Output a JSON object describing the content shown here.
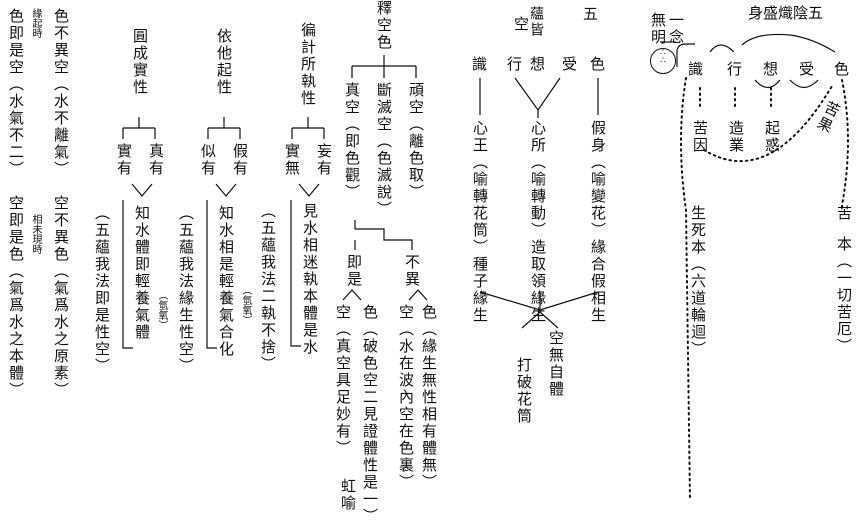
{
  "c1": {
    "a1": "色不異空",
    "a1n": "（水不離氣）",
    "a2": "色即是空",
    "a2n": "（水氣不二）",
    "a2s": "緣起時",
    "b1": "空不異色",
    "b1n": "（氣爲水之原素）",
    "b2": "空即是色",
    "b2n": "（氣爲水之本體）",
    "b2s": "相未現時"
  },
  "c2": {
    "head": "圓成實性",
    "l": "實有",
    "r": "真有",
    "main": "知水體即輕養氣體",
    "mainsub": "（氫氧）",
    "note": "（五蘊我法即是性空）"
  },
  "c3": {
    "head": "依他起性",
    "l": "似有",
    "r": "假有",
    "main": "知水相是輕養氣合化",
    "mainsub": "（氫氧）",
    "note": "（五蘊我法緣生性空）"
  },
  "c4": {
    "head": "徧計所執性",
    "l": "實無",
    "r": "妄有",
    "main": "見水相迷執本體是水",
    "note": "（五蘊我法二執不捨）"
  },
  "c5": {
    "head": "釋空色",
    "b1": "頑",
    "b1n": "空（離色取）",
    "b2": "斷滅空",
    "b2n": "（色滅說）",
    "b3": "真",
    "b3n": "空（即色觀）",
    "j1": "不異",
    "j2": "即是",
    "l1": "色",
    "l1n": "（緣生無性相有體無）",
    "l2": "空",
    "l2n": "（水在波內空在色裏）",
    "l3": "色",
    "l3n": "（破色空二見證體性是一）",
    "l4": "空",
    "l4n": "（真空具足妙有）",
    "tail": "虹喻"
  },
  "c6": {
    "t1": "五",
    "t2": "蘊皆",
    "t3": "空",
    "sk": [
      "識",
      "行",
      "想",
      "受",
      "色"
    ],
    "s1": "假身",
    "s1n": "（喻變花）",
    "s1b": "緣合假相生",
    "s2": "心所",
    "s2n": "（喻轉動）",
    "s2b": "造取領緣生",
    "s3": "心王",
    "s3n": "（喻轉花筒）",
    "s3b": "種子緣生",
    "r1": "空無自體",
    "r2": "打破花筒"
  },
  "c7": {
    "title": "身盛熾陰五",
    "side1": "一念",
    "side2": "無明",
    "sk": [
      "識",
      "行",
      "想",
      "受",
      "色"
    ],
    "d1": "苦因",
    "d2": "造業",
    "d3": "起惑",
    "arc": "苦果",
    "e1": "生死本",
    "e1n": "（六道輪迴）",
    "e2": "苦",
    "e2b": "本",
    "e2n": "（一切苦厄）"
  }
}
